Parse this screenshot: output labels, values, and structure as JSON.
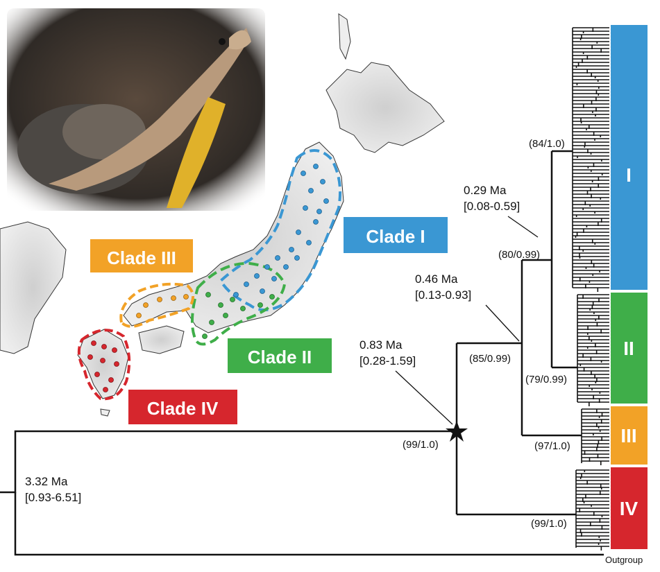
{
  "clades": {
    "c1": {
      "label": "Clade I",
      "roman": "I",
      "color": "#3a97d3"
    },
    "c2": {
      "label": "Clade II",
      "roman": "II",
      "color": "#3fae49"
    },
    "c3": {
      "label": "Clade III",
      "roman": "III",
      "color": "#f2a227"
    },
    "c4": {
      "label": "Clade IV",
      "roman": "IV",
      "color": "#d6262d"
    }
  },
  "nodes": {
    "n1": {
      "age": "0.29 Ma",
      "interval": "[0.08-0.59]",
      "support": "(80/0.99)"
    },
    "n2": {
      "age": "0.46 Ma",
      "interval": "[0.13-0.93]",
      "support": "(85/0.99)"
    },
    "n3": {
      "age": "0.83 Ma",
      "interval": "[0.28-1.59]",
      "support": "(99/1.0)"
    },
    "root": {
      "age": "3.32 Ma",
      "interval": "[0.93-6.51]"
    },
    "c1_crown": {
      "support": "(84/1.0)"
    },
    "c2_crown": {
      "support": "(79/0.99)"
    },
    "c3_crown": {
      "support": "(97/1.0)"
    },
    "c4_crown": {
      "support": "(99/1.0)"
    }
  },
  "outgroup_label": "Outgroup",
  "photo": {
    "description_icon": "fish-and-mole-photo"
  }
}
